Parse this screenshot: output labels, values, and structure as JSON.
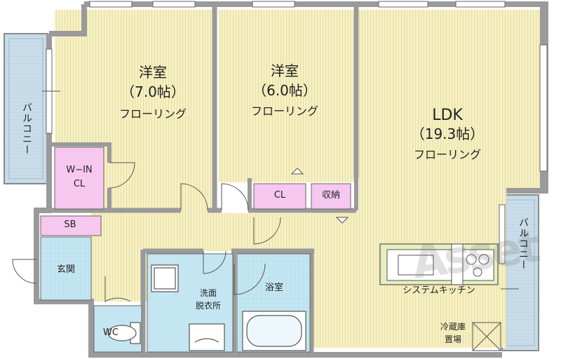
{
  "rooms": {
    "western1": {
      "name": "洋室",
      "size": "（7.0帖）",
      "floor": "フローリング"
    },
    "western2": {
      "name": "洋室",
      "size": "（6.0帖）",
      "floor": "フローリング"
    },
    "ldk": {
      "name": "LDK",
      "size": "（19.3帖）",
      "floor": "フローリング"
    },
    "walkin": {
      "line1": "W−IN",
      "line2": "CL"
    },
    "closet": "CL",
    "storage": "収納",
    "shoebox": "SB",
    "entrance": "玄関",
    "toilet": "WC",
    "washroom": {
      "line1": "洗面",
      "line2": "脱衣所"
    },
    "bath": "浴室",
    "kitchen": "システムキッチン",
    "fridge": {
      "line1": "冷蔵庫",
      "line2": "置場"
    },
    "balcony_left": "バルコニー",
    "balcony_right": "バルコニー"
  },
  "watermark": "Asset",
  "colors": {
    "floor_wood": "#f5efc0",
    "wall": "#9a9a9a",
    "balcony": "#c6dcea",
    "wet_area": "#c2e6f2",
    "closet_pink": "#f6c7ef",
    "kitchen_green": "#e6efc0",
    "line": "#333333"
  }
}
